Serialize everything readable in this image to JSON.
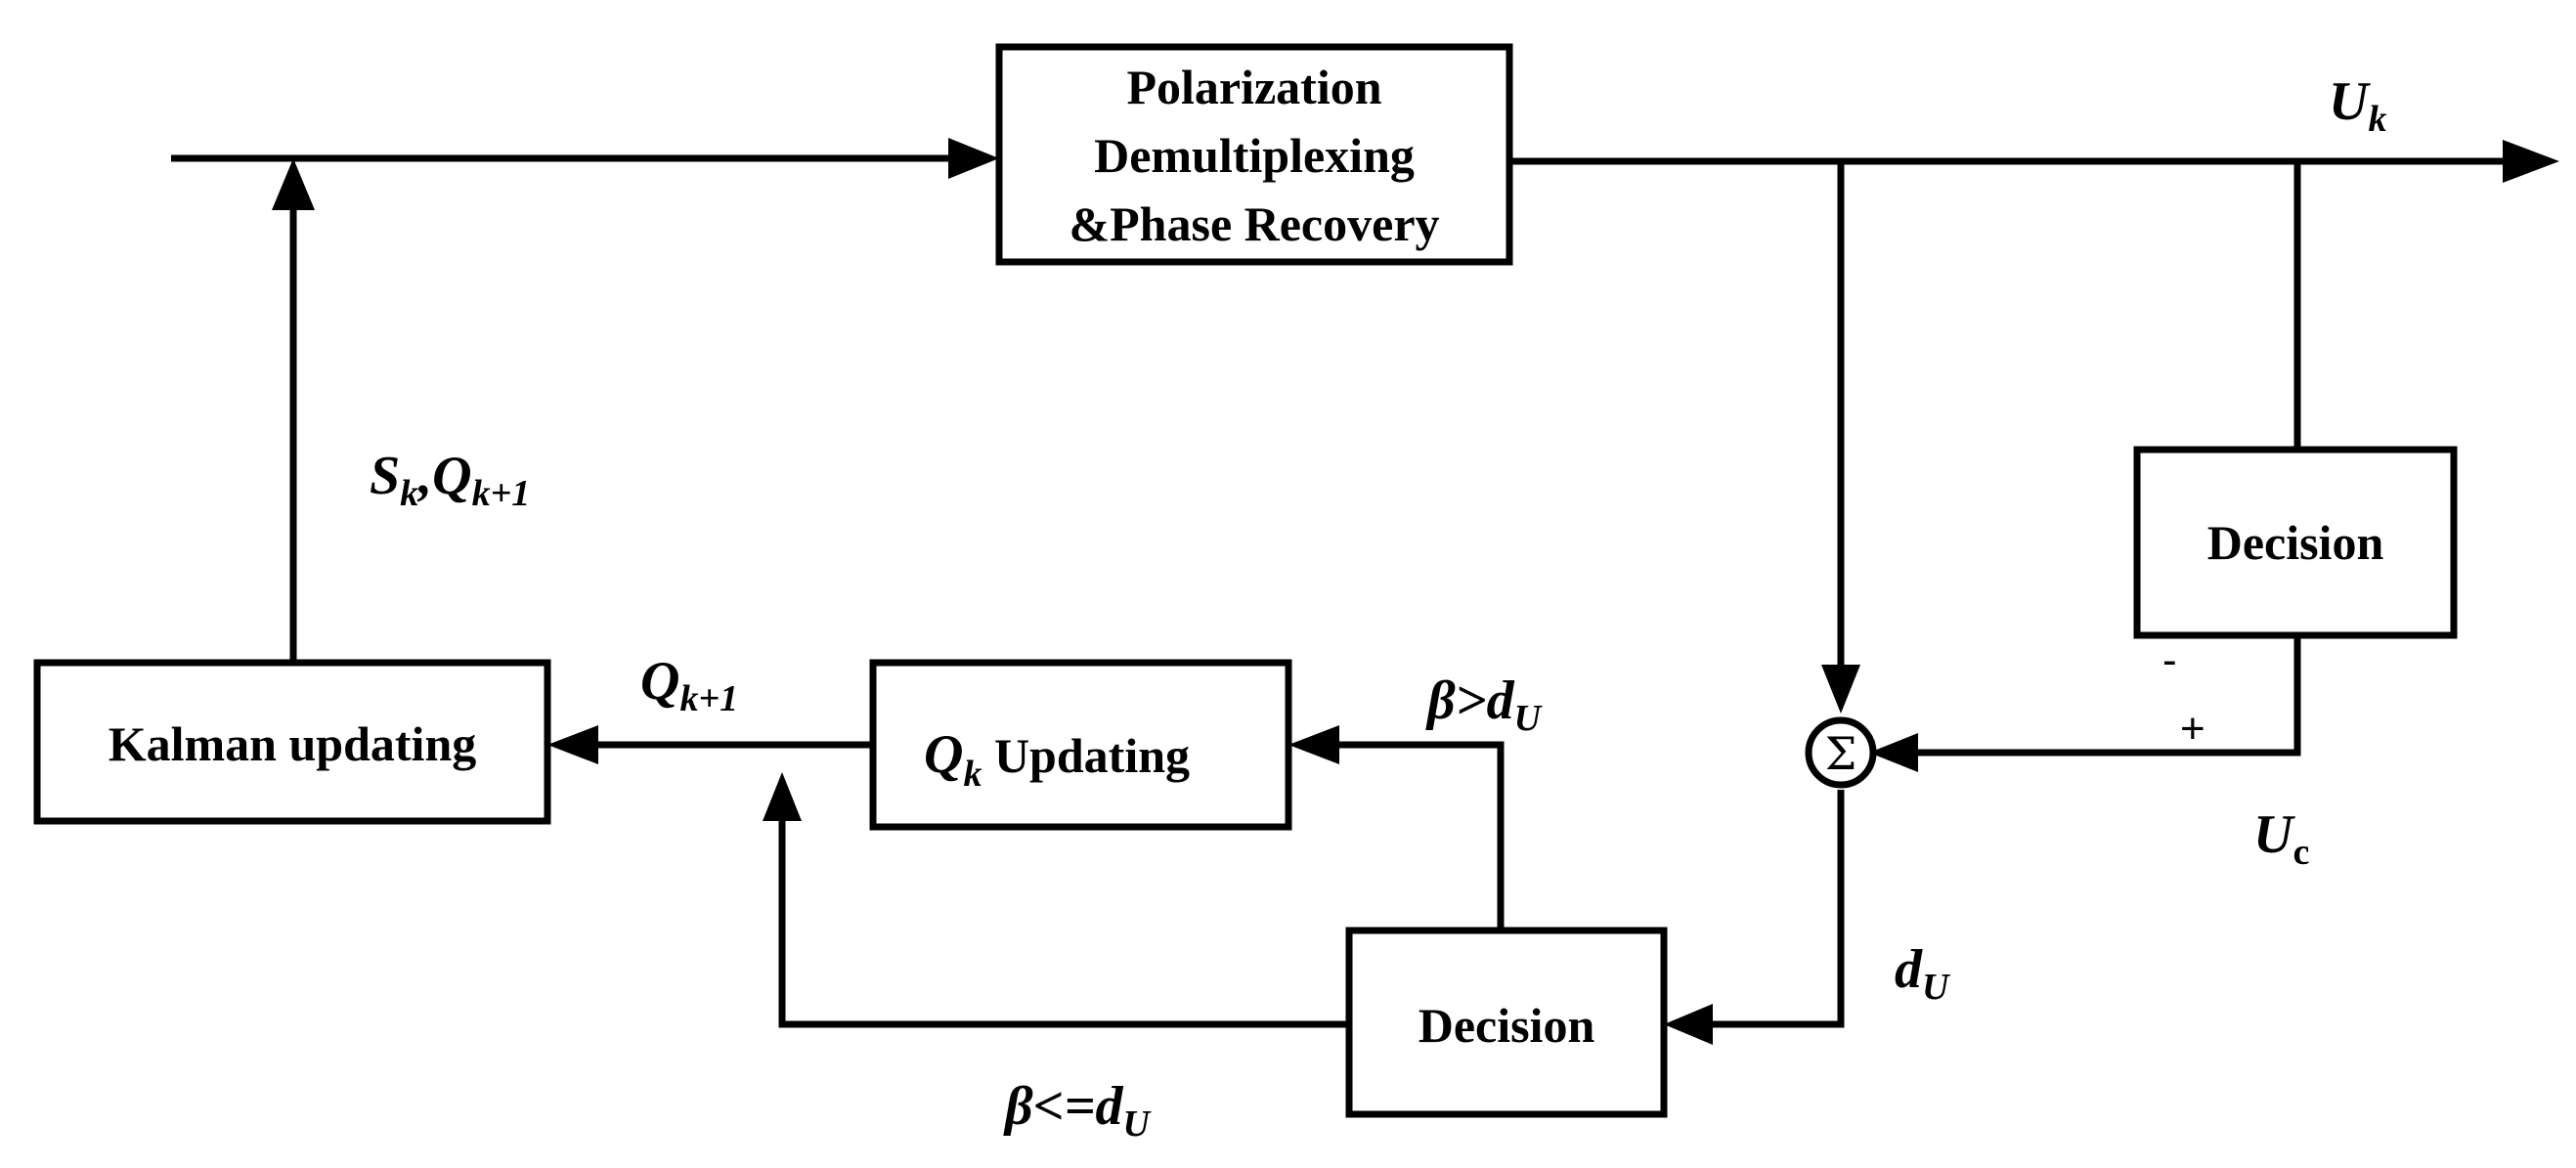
{
  "blocks": {
    "pol_demux": [
      "Polarization",
      "Demultiplexing",
      "&Phase Recovery"
    ],
    "decision_top": "Decision",
    "kalman": "Kalman updating",
    "q_updating_symbol": "Q",
    "q_updating_sub": "k",
    "q_updating_text": " Updating",
    "decision_bottom": "Decision",
    "summer": "Σ"
  },
  "labels": {
    "uk_main": "U",
    "uk_sub": "k",
    "uc_main": "U",
    "uc_sub": "c",
    "skq_s": "S",
    "skq_s_sub": "k",
    "skq_comma": ",Q",
    "skq_q_sub": "k+1",
    "q_out_main": "Q",
    "q_out_sub": "k+1",
    "beta_gt_main": "β>d",
    "beta_gt_sub": "U",
    "beta_le_main": "β<=d",
    "beta_le_sub": "U",
    "du_main": "d",
    "du_sub": "U",
    "minus": "-",
    "plus": "+"
  }
}
